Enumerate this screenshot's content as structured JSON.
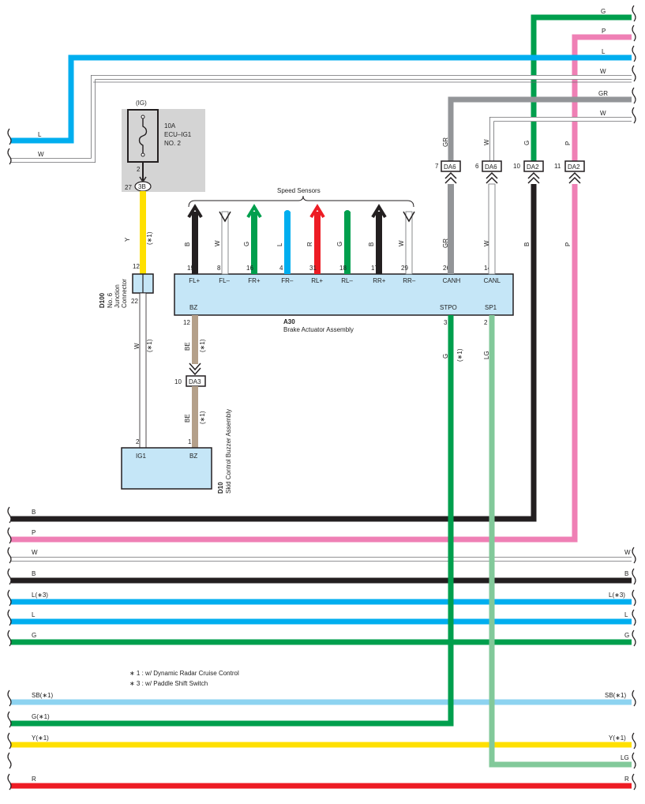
{
  "fuse": {
    "supply": "(IG)",
    "rating": "10A",
    "name": "ECU–IG1",
    "number": "NO. 2",
    "out_pin": "2",
    "junction_pin": "27",
    "junction": "3B"
  },
  "d100": {
    "id": "D100",
    "name_lines": [
      "No. 6",
      "Junction",
      "Connector"
    ],
    "pin_top": "12",
    "pin_bottom": "22"
  },
  "a30": {
    "id": "A30",
    "name": "Brake Actuator Assembly",
    "sensors_label": "Speed Sensors",
    "terminals": [
      {
        "label": "FL+",
        "pin": "19",
        "wire": "B"
      },
      {
        "label": "FL–",
        "pin": "8",
        "wire": "W"
      },
      {
        "label": "FR+",
        "pin": "16",
        "wire": "G"
      },
      {
        "label": "FR–",
        "pin": "4",
        "wire": "L"
      },
      {
        "label": "RL+",
        "pin": "31",
        "wire": "R"
      },
      {
        "label": "RL–",
        "pin": "18",
        "wire": "G"
      },
      {
        "label": "RR+",
        "pin": "17",
        "wire": "B"
      },
      {
        "label": "RR–",
        "pin": "29",
        "wire": "W"
      },
      {
        "label": "CANH",
        "pin": "26",
        "wire": "GR"
      },
      {
        "label": "CANL",
        "pin": "14",
        "wire": "W"
      }
    ],
    "bottom_terminals": [
      {
        "label": "BZ",
        "pin": "12"
      },
      {
        "label": "STPO",
        "pin": "3"
      },
      {
        "label": "SP1",
        "pin": "2"
      }
    ]
  },
  "d10": {
    "id": "D10",
    "name": "Skid Control Buzzer Assembly",
    "t1": {
      "label": "IG1",
      "pin": "2"
    },
    "t2": {
      "label": "BZ",
      "pin": "1"
    }
  },
  "connectors": {
    "da6_canh": {
      "pin": "7",
      "name": "DA6"
    },
    "da6_canl": {
      "pin": "6",
      "name": "DA6"
    },
    "da2_b": {
      "pin": "10",
      "name": "DA2"
    },
    "da2_p": {
      "pin": "11",
      "name": "DA2"
    },
    "da3": {
      "pin": "10",
      "name": "DA3"
    }
  },
  "wire_labels": {
    "y": "Y",
    "y_note": "(∗1)",
    "w_d100": "W",
    "w_d100_note": "(∗1)",
    "be1": "BE",
    "be1_note": "(∗1)",
    "be2": "BE",
    "be2_note": "(∗1)",
    "g_stpo": "G",
    "g_stpo_note": "(∗1)",
    "lg_sp1": "LG",
    "gr_top": "GR",
    "w_top": "W",
    "g_top": "G",
    "p_top": "P",
    "gr_mid": "GR",
    "w_mid": "W",
    "b_mid": "B",
    "p_mid": "P"
  },
  "top_right_wires": [
    {
      "label": "G",
      "color": "#009f4d"
    },
    {
      "label": "P",
      "color": "#ef80b5"
    },
    {
      "label": "L",
      "color": "#00aeef"
    },
    {
      "label": "W",
      "color": "#ffffff"
    },
    {
      "label": "GR",
      "color": "#939598"
    },
    {
      "label": "W",
      "color": "#ffffff"
    }
  ],
  "left_top_wires": [
    {
      "label": "L",
      "color": "#00aeef"
    },
    {
      "label": "W",
      "color": "#ffffff"
    }
  ],
  "bottom_wires": [
    {
      "left": "B",
      "right": "",
      "color": "#231f20"
    },
    {
      "left": "P",
      "right": "",
      "color": "#ef80b5"
    },
    {
      "left": "W",
      "right": "W",
      "color": "#ffffff"
    },
    {
      "left": "B",
      "right": "B",
      "color": "#231f20"
    },
    {
      "left": "L(∗3)",
      "right": "L(∗3)",
      "color": "#00aeef"
    },
    {
      "left": "L",
      "right": "L",
      "color": "#00aeef"
    },
    {
      "left": "G",
      "right": "G",
      "color": "#009f4d"
    },
    {
      "left": "SB(∗1)",
      "right": "SB(∗1)",
      "color": "#8dd3f0"
    },
    {
      "left": "G(∗1)",
      "right": "",
      "color": "#009f4d"
    },
    {
      "left": "Y(∗1)",
      "right": "Y(∗1)",
      "color": "#ffe000"
    },
    {
      "left": "",
      "right": "LG",
      "color": "#82c99a"
    },
    {
      "left": "R",
      "right": "R",
      "color": "#ed1c24"
    }
  ],
  "notes": [
    "∗ 1 : w/ Dynamic Radar Cruise Control",
    "∗ 3 : w/ Paddle Shift Switch"
  ],
  "colors": {
    "B": "#231f20",
    "W": "#ffffff",
    "G": "#009f4d",
    "L": "#00aeef",
    "R": "#ed1c24",
    "GR": "#939598",
    "P": "#ef80b5",
    "Y": "#ffe000",
    "BE": "#b4a08a",
    "LG": "#82c99a",
    "SB": "#8dd3f0",
    "component_fill": "#c5e6f7",
    "fuse_bg": "#d4d4d4"
  }
}
